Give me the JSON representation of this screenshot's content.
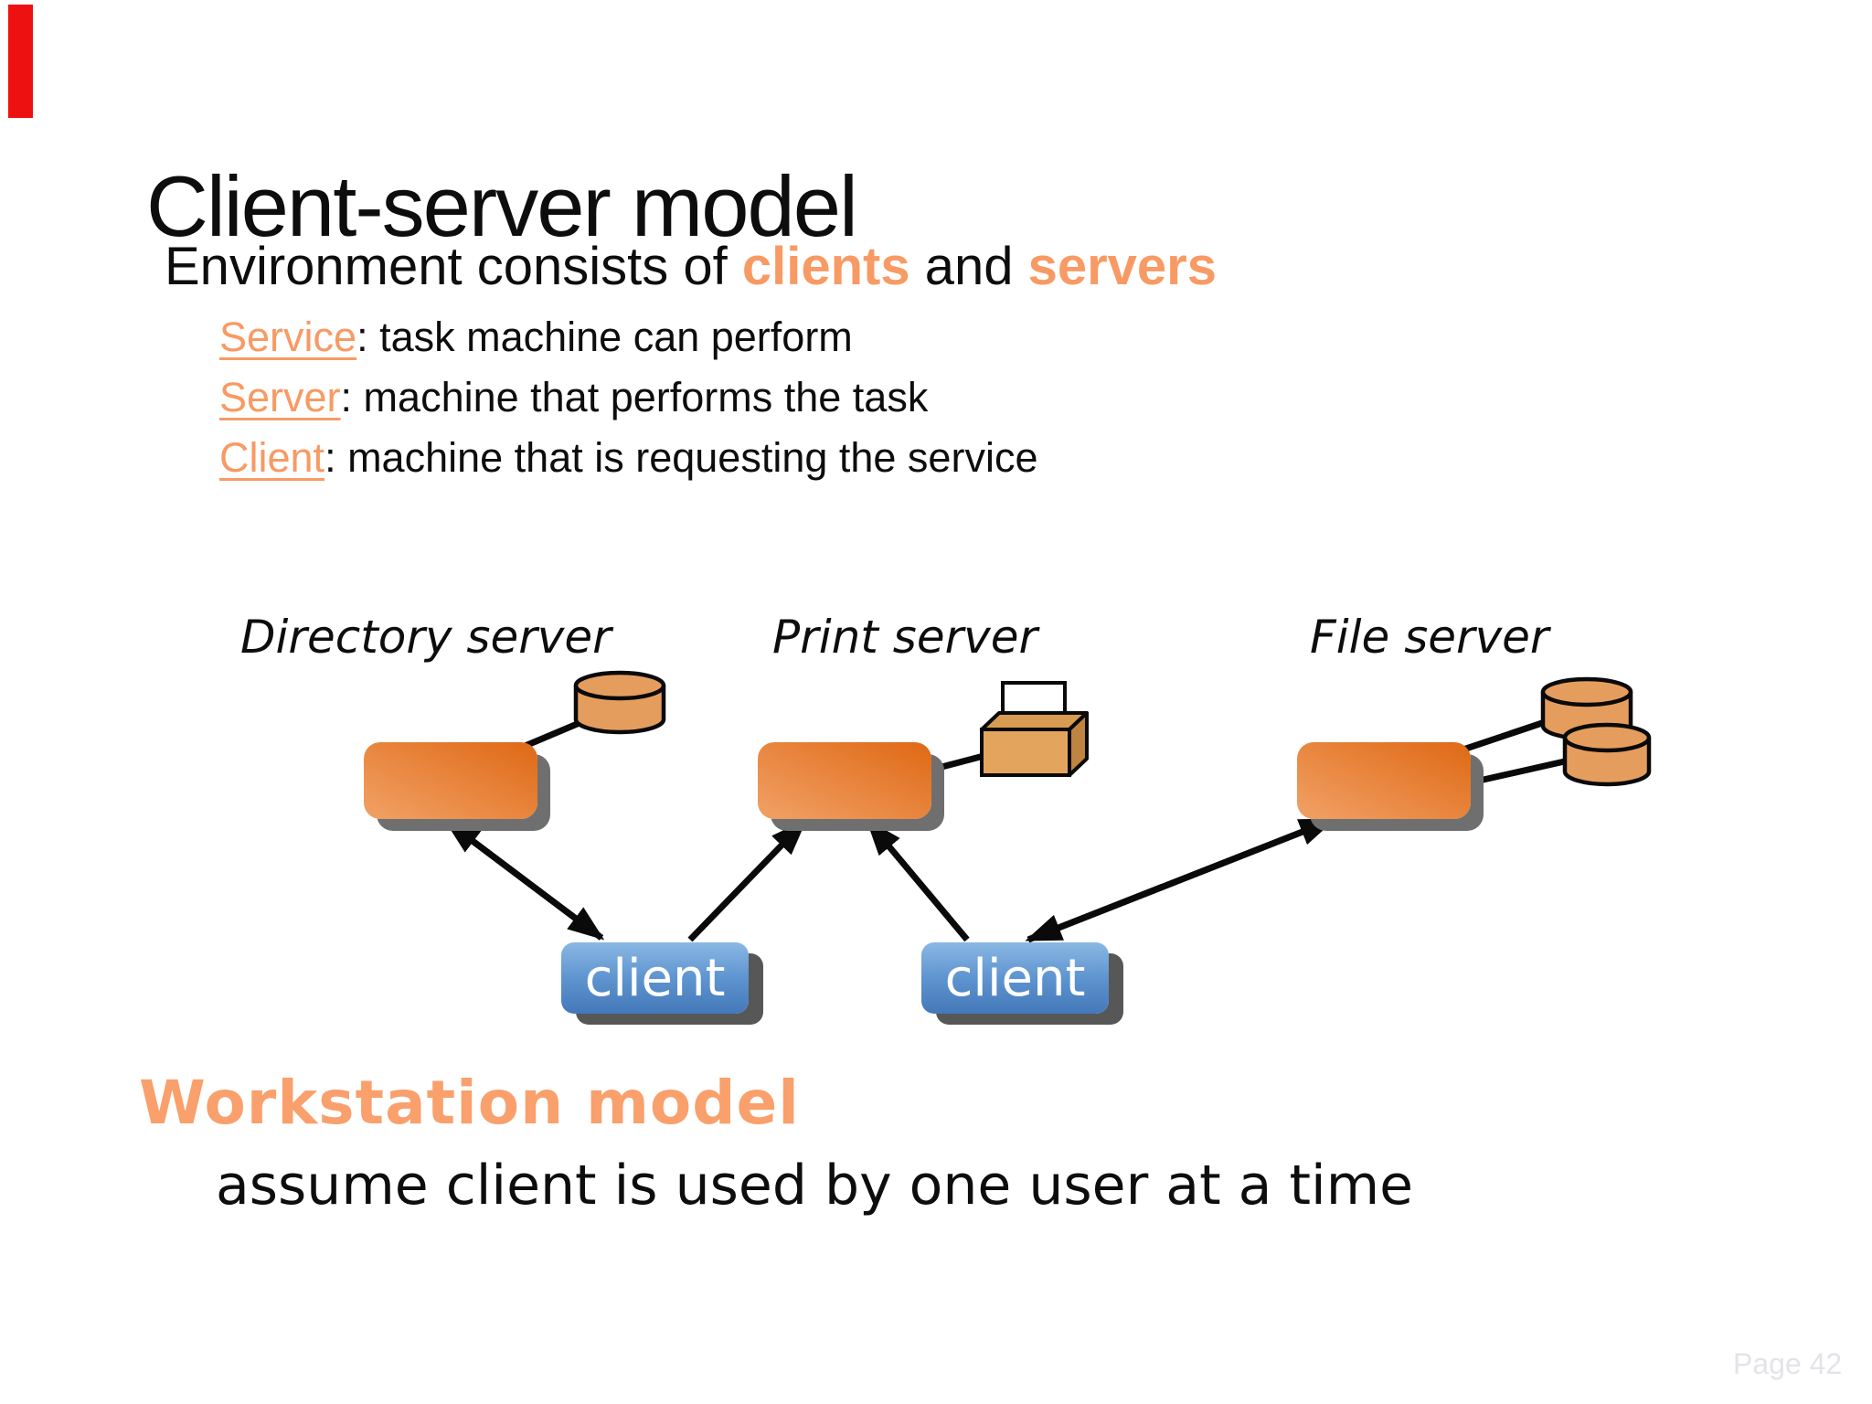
{
  "slide": {
    "title": "Client-server model",
    "subtitle": {
      "prefix": "Environment consists of ",
      "highlight1": "clients",
      "middle": " and ",
      "highlight2": "servers"
    },
    "bullets": [
      {
        "keyword": "Service",
        "text": ": task machine can perform"
      },
      {
        "keyword": "Server",
        "text": ": machine that performs the task"
      },
      {
        "keyword": "Client",
        "text": ": machine that is requesting the service"
      }
    ],
    "diagram": {
      "server_labels": [
        "Directory server",
        "Print server",
        "File server"
      ],
      "client_label": "client"
    },
    "workstation_heading": "Workstation model",
    "workstation_note": "assume client is used by one user at a time",
    "page_label": "Page 42",
    "colors": {
      "accent_orange": "#f89a64",
      "server_box_top": "#e06d1b",
      "server_box_bottom": "#f09d60",
      "client_box_top": "#8ab8e4",
      "client_box_bottom": "#4478b9",
      "cylinder_fill": "#e59d5e",
      "printer_front": "#e3a55d",
      "red_marker": "#ee1111",
      "shadow_gray": "#6f6f6f",
      "page_label_gray": "#e3e3ea"
    }
  }
}
